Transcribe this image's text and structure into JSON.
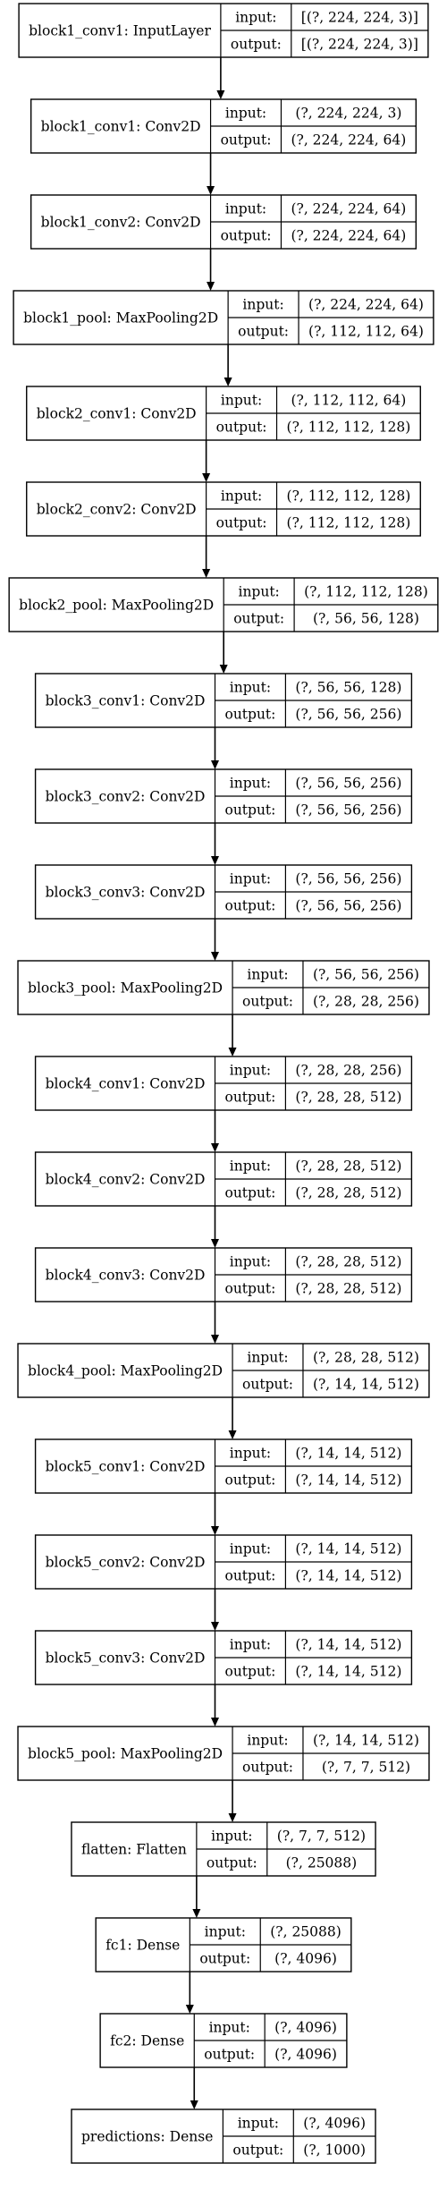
{
  "diagram": {
    "nodes": [
      {
        "name": "block1_conv1",
        "label": "block1_conv1: InputLayer",
        "input_label": "input:",
        "output_label": "output:",
        "input": "[(?, 224, 224, 3)]",
        "output": "[(?, 224, 224, 3)]"
      },
      {
        "name": "block1_conv1",
        "label": "block1_conv1: Conv2D",
        "input_label": "input:",
        "output_label": "output:",
        "input": "(?, 224, 224, 3)",
        "output": "(?, 224, 224, 64)"
      },
      {
        "name": "block1_conv2",
        "label": "block1_conv2: Conv2D",
        "input_label": "input:",
        "output_label": "output:",
        "input": "(?, 224, 224, 64)",
        "output": "(?, 224, 224, 64)"
      },
      {
        "name": "block1_pool",
        "label": "block1_pool: MaxPooling2D",
        "input_label": "input:",
        "output_label": "output:",
        "input": "(?, 224, 224, 64)",
        "output": "(?, 112, 112, 64)"
      },
      {
        "name": "block2_conv1",
        "label": "block2_conv1: Conv2D",
        "input_label": "input:",
        "output_label": "output:",
        "input": "(?, 112, 112, 64)",
        "output": "(?, 112, 112, 128)"
      },
      {
        "name": "block2_conv2",
        "label": "block2_conv2: Conv2D",
        "input_label": "input:",
        "output_label": "output:",
        "input": "(?, 112, 112, 128)",
        "output": "(?, 112, 112, 128)"
      },
      {
        "name": "block2_pool",
        "label": "block2_pool: MaxPooling2D",
        "input_label": "input:",
        "output_label": "output:",
        "input": "(?, 112, 112, 128)",
        "output": "(?, 56, 56, 128)"
      },
      {
        "name": "block3_conv1",
        "label": "block3_conv1: Conv2D",
        "input_label": "input:",
        "output_label": "output:",
        "input": "(?, 56, 56, 128)",
        "output": "(?, 56, 56, 256)"
      },
      {
        "name": "block3_conv2",
        "label": "block3_conv2: Conv2D",
        "input_label": "input:",
        "output_label": "output:",
        "input": "(?, 56, 56, 256)",
        "output": "(?, 56, 56, 256)"
      },
      {
        "name": "block3_conv3",
        "label": "block3_conv3: Conv2D",
        "input_label": "input:",
        "output_label": "output:",
        "input": "(?, 56, 56, 256)",
        "output": "(?, 56, 56, 256)"
      },
      {
        "name": "block3_pool",
        "label": "block3_pool: MaxPooling2D",
        "input_label": "input:",
        "output_label": "output:",
        "input": "(?, 56, 56, 256)",
        "output": "(?, 28, 28, 256)"
      },
      {
        "name": "block4_conv1",
        "label": "block4_conv1: Conv2D",
        "input_label": "input:",
        "output_label": "output:",
        "input": "(?, 28, 28, 256)",
        "output": "(?, 28, 28, 512)"
      },
      {
        "name": "block4_conv2",
        "label": "block4_conv2: Conv2D",
        "input_label": "input:",
        "output_label": "output:",
        "input": "(?, 28, 28, 512)",
        "output": "(?, 28, 28, 512)"
      },
      {
        "name": "block4_conv3",
        "label": "block4_conv3: Conv2D",
        "input_label": "input:",
        "output_label": "output:",
        "input": "(?, 28, 28, 512)",
        "output": "(?, 28, 28, 512)"
      },
      {
        "name": "block4_pool",
        "label": "block4_pool: MaxPooling2D",
        "input_label": "input:",
        "output_label": "output:",
        "input": "(?, 28, 28, 512)",
        "output": "(?, 14, 14, 512)"
      },
      {
        "name": "block5_conv1",
        "label": "block5_conv1: Conv2D",
        "input_label": "input:",
        "output_label": "output:",
        "input": "(?, 14, 14, 512)",
        "output": "(?, 14, 14, 512)"
      },
      {
        "name": "block5_conv2",
        "label": "block5_conv2: Conv2D",
        "input_label": "input:",
        "output_label": "output:",
        "input": "(?, 14, 14, 512)",
        "output": "(?, 14, 14, 512)"
      },
      {
        "name": "block5_conv3",
        "label": "block5_conv3: Conv2D",
        "input_label": "input:",
        "output_label": "output:",
        "input": "(?, 14, 14, 512)",
        "output": "(?, 14, 14, 512)"
      },
      {
        "name": "block5_pool",
        "label": "block5_pool: MaxPooling2D",
        "input_label": "input:",
        "output_label": "output:",
        "input": "(?, 14, 14, 512)",
        "output": "(?, 7, 7, 512)"
      },
      {
        "name": "flatten",
        "label": "flatten: Flatten",
        "input_label": "input:",
        "output_label": "output:",
        "input": "(?, 7, 7, 512)",
        "output": "(?, 25088)"
      },
      {
        "name": "fc1",
        "label": "fc1: Dense",
        "input_label": "input:",
        "output_label": "output:",
        "input": "(?, 25088)",
        "output": "(?, 4096)"
      },
      {
        "name": "fc2",
        "label": "fc2: Dense",
        "input_label": "input:",
        "output_label": "output:",
        "input": "(?, 4096)",
        "output": "(?, 4096)"
      },
      {
        "name": "predictions",
        "label": "predictions: Dense",
        "input_label": "input:",
        "output_label": "output:",
        "input": "(?, 4096)",
        "output": "(?, 1000)"
      }
    ]
  }
}
